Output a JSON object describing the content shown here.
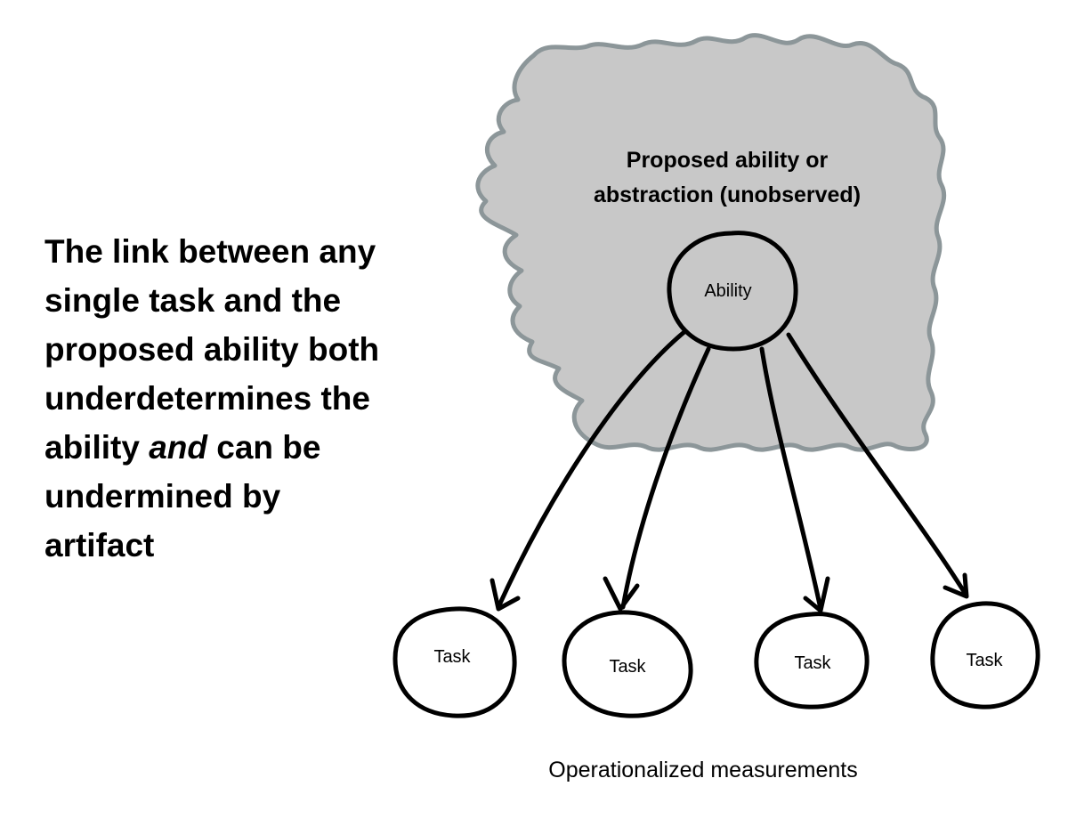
{
  "statement": {
    "line1": "The link between any",
    "line2": "single task and the",
    "line3": "proposed ability both",
    "line4": "underdetermines the",
    "line5_before": "ability ",
    "line5_em": "and",
    "line5_after": " can be",
    "line6": "undermined by",
    "line7": "artifact"
  },
  "cloud": {
    "title_line1": "Proposed ability or",
    "title_line2": "abstraction (unobserved)",
    "fill_color": "#c8c8c8",
    "border_color": "#8c9699"
  },
  "ability_node": {
    "label": "Ability"
  },
  "task_nodes": [
    {
      "label": "Task"
    },
    {
      "label": "Task"
    },
    {
      "label": "Task"
    },
    {
      "label": "Task"
    }
  ],
  "caption": "Operationalized measurements"
}
